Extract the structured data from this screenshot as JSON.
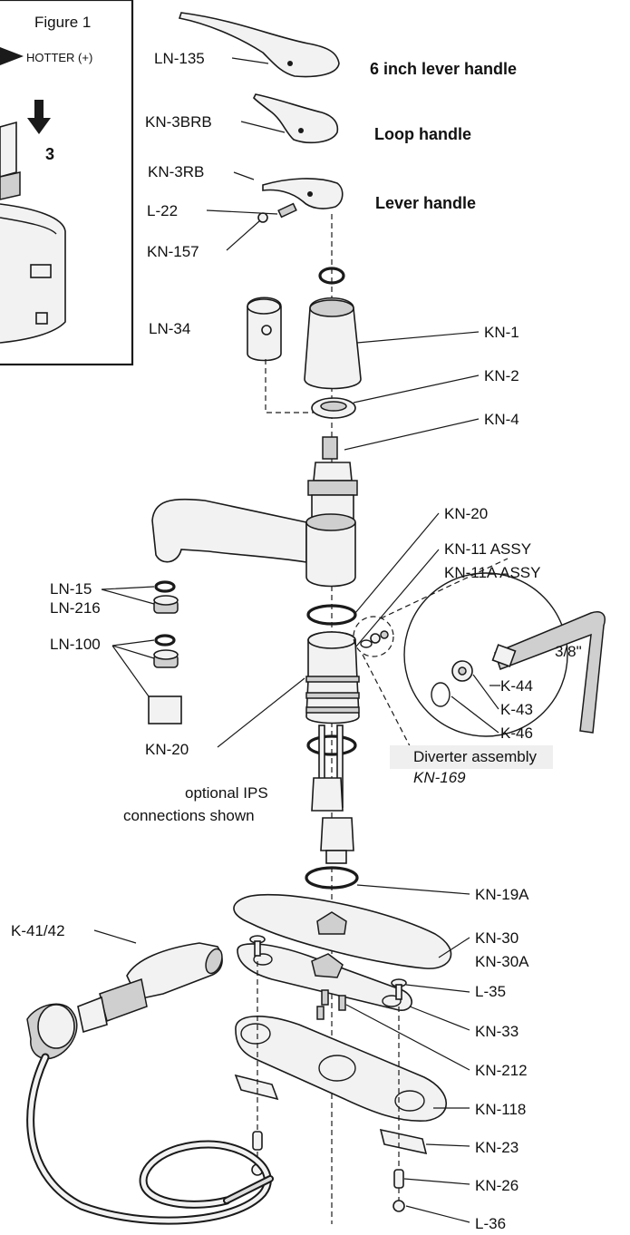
{
  "figure": {
    "title": "Figure 1",
    "direction_label": "HOTTER (+)",
    "step_number": "3"
  },
  "handles": {
    "six_inch": "6 inch lever handle",
    "loop": "Loop handle",
    "lever": "Lever handle"
  },
  "diverter": {
    "caption": "Diverter assembly",
    "part_number": "KN-169",
    "wrench_size": "3/8\""
  },
  "ips_note": {
    "line1": "optional IPS",
    "line2": "connections shown"
  },
  "parts": {
    "ln135": "LN-135",
    "kn3brb": "KN-3BRB",
    "kn3rb": "KN-3RB",
    "l22": "L-22",
    "kn157": "KN-157",
    "ln34": "LN-34",
    "kn1": "KN-1",
    "kn2": "KN-2",
    "kn4": "KN-4",
    "kn20_top": "KN-20",
    "kn11": "KN-11 ASSY",
    "kn11a": "KN-11A ASSY",
    "ln15": "LN-15",
    "ln216": "LN-216",
    "ln100": "LN-100",
    "k44": "K-44",
    "k43": "K-43",
    "k46": "K-46",
    "kn20_bottom": "KN-20",
    "kn19a": "KN-19A",
    "k4142": "K-41/42",
    "kn30": "KN-30",
    "kn30a": "KN-30A",
    "l35": "L-35",
    "kn33": "KN-33",
    "kn212": "KN-212",
    "kn118": "KN-118",
    "kn23": "KN-23",
    "kn26": "KN-26",
    "l36": "L-36"
  }
}
